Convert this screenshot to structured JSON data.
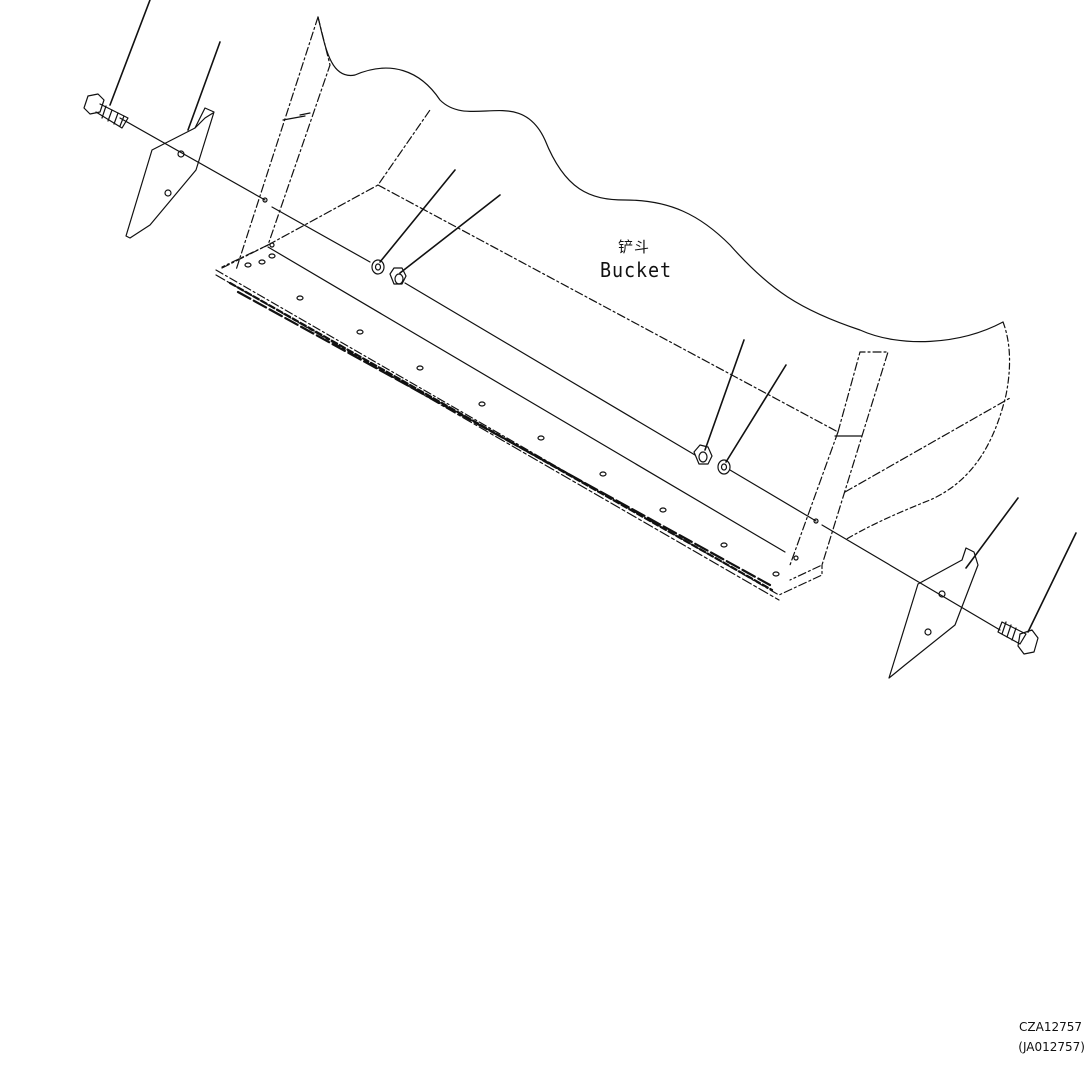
{
  "diagram": {
    "part_label_cn": "铲斗",
    "part_label_en": "Bucket",
    "drawing_code": "CZA12757",
    "drawing_code_alt": "(JA012757)"
  },
  "colors": {
    "line": "#111111",
    "background": "#ffffff"
  }
}
